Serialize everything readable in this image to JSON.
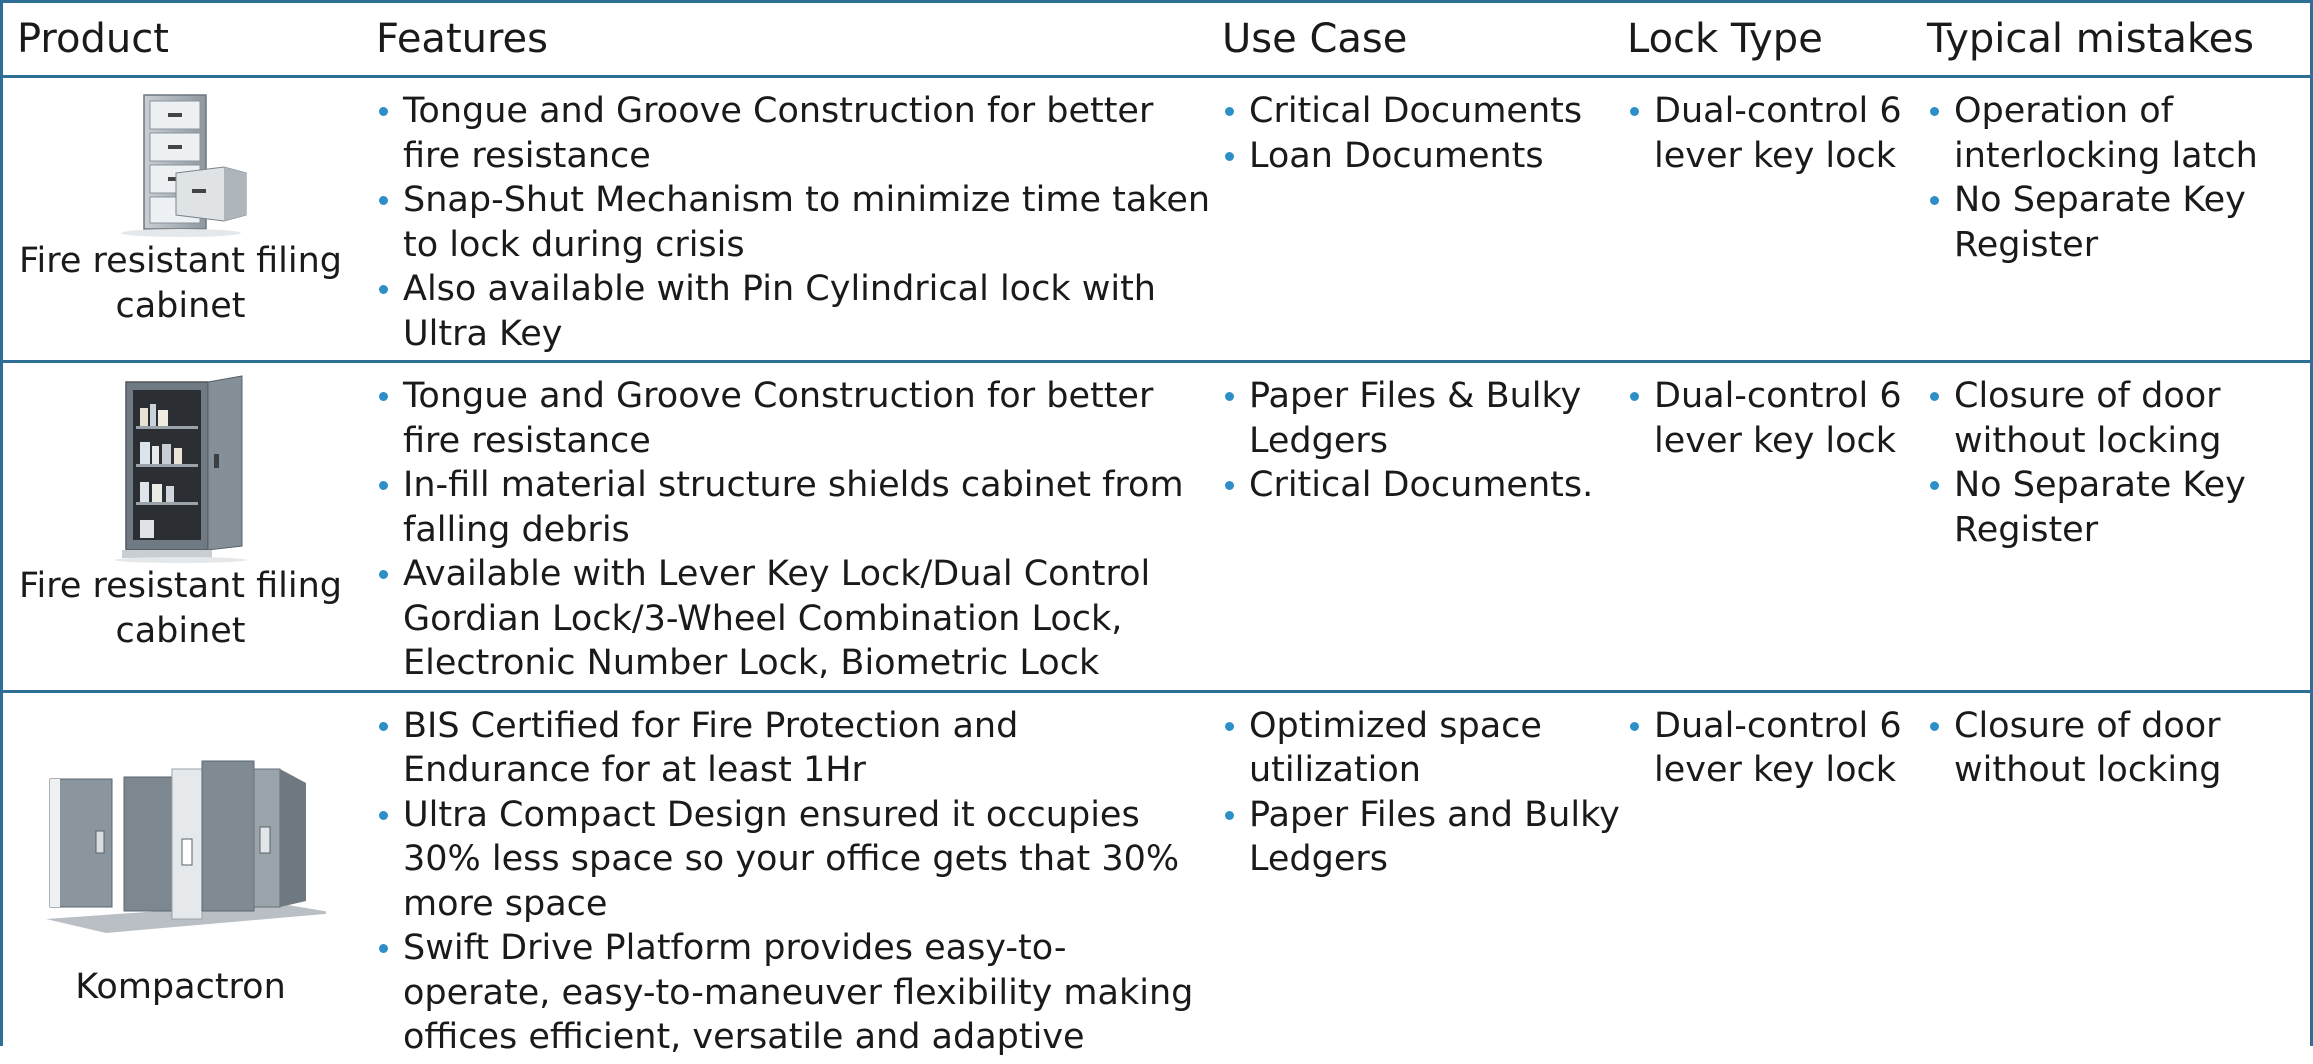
{
  "headers": {
    "product": "Product",
    "features": "Features",
    "use_case": "Use Case",
    "lock_type": "Lock Type",
    "mistakes": "Typical mistakes"
  },
  "rows": [
    {
      "product": "Fire resistant filing cabinet",
      "image": "filing-cabinet-drawer-image",
      "features": [
        "Tongue and Groove Construction for better fire resistance",
        "Snap-Shut Mechanism to minimize time taken to lock during crisis",
        "Also available with Pin Cylindrical lock with Ultra Key"
      ],
      "use_case": [
        "Critical Documents",
        "Loan Documents"
      ],
      "lock_type": [
        "Dual-control 6 lever key lock"
      ],
      "mistakes": [
        "Operation of interlocking latch",
        "No Separate Key Register"
      ]
    },
    {
      "product": "Fire resistant filing cabinet",
      "image": "filing-cabinet-door-image",
      "features": [
        "Tongue and Groove Construction for better fire resistance",
        "In-fill material structure shields cabinet from falling debris",
        "Available with Lever Key Lock/Dual Control Gordian Lock/3-Wheel Combination Lock, Electronic Number Lock, Biometric Lock"
      ],
      "use_case": [
        "Paper Files & Bulky Ledgers",
        "Critical Documents."
      ],
      "lock_type": [
        "Dual-control 6 lever key lock"
      ],
      "mistakes": [
        "Closure of door without locking",
        "No Separate Key Register"
      ]
    },
    {
      "product": "Kompactron",
      "image": "mobile-shelving-image",
      "features": [
        "BIS Certified for Fire Protection and Endurance for at least 1Hr",
        "Ultra Compact Design ensured it occupies 30% less space so your office gets that 30% more space",
        "Swift Drive Platform provides easy-to-operate, easy-to-maneuver flexibility making offices efficient, versatile and adaptive"
      ],
      "use_case": [
        "Optimized space utilization",
        "Paper Files and Bulky Ledgers"
      ],
      "lock_type": [
        "Dual-control 6 lever key lock"
      ],
      "mistakes": [
        "Closure of door without locking"
      ]
    }
  ],
  "colors": {
    "border": "#2f6f95",
    "bullet": "#2e8fc8",
    "cabinet_gray": "#7d8891"
  }
}
